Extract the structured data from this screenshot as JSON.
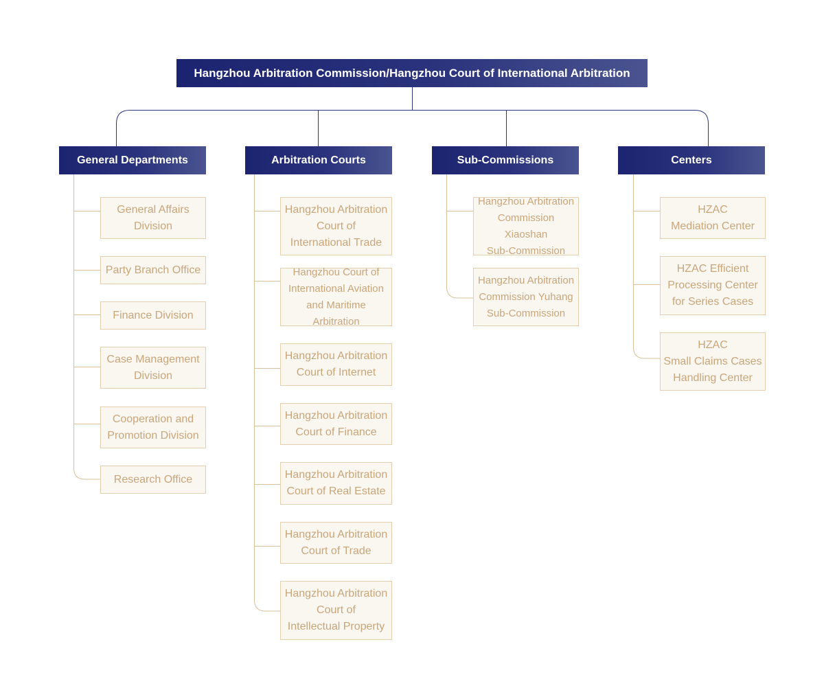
{
  "colors": {
    "header_dark": "#1c2370",
    "header_light": "#4b5490",
    "item_bg": "#faf6f0",
    "item_border": "#e3cfae",
    "item_text": "#c9a67a",
    "navy_line": "#2a337c",
    "tan_line": "#d9bf9c"
  },
  "root": {
    "label": "Hangzhou Arbitration Commission/Hangzhou Court of International Arbitration"
  },
  "categories": [
    {
      "label": "General Departments",
      "items": [
        "General Affairs\nDivision",
        "Party Branch Office",
        "Finance Division",
        "Case Management\nDivision",
        "Cooperation and\nPromotion Division",
        "Research Office"
      ]
    },
    {
      "label": "Arbitration Courts",
      "items": [
        "Hangzhou Arbitration\nCourt of\nInternational Trade",
        "Hangzhou Court of\nInternational Aviation\nand Maritime Arbitration",
        "Hangzhou Arbitration\nCourt of Internet",
        "Hangzhou Arbitration\nCourt of Finance",
        "Hangzhou Arbitration\nCourt of Real Estate",
        "Hangzhou Arbitration\nCourt of Trade",
        "Hangzhou Arbitration\nCourt of\nIntellectual Property"
      ]
    },
    {
      "label": "Sub-Commissions",
      "items": [
        "Hangzhou Arbitration\nCommission Xiaoshan\nSub-Commission",
        "Hangzhou Arbitration\nCommission Yuhang\nSub-Commission"
      ]
    },
    {
      "label": "Centers",
      "items": [
        "HZAC\nMediation Center",
        "HZAC Efficient\nProcessing Center\nfor Series Cases",
        "HZAC\nSmall Claims Cases\nHandling Center"
      ]
    }
  ]
}
